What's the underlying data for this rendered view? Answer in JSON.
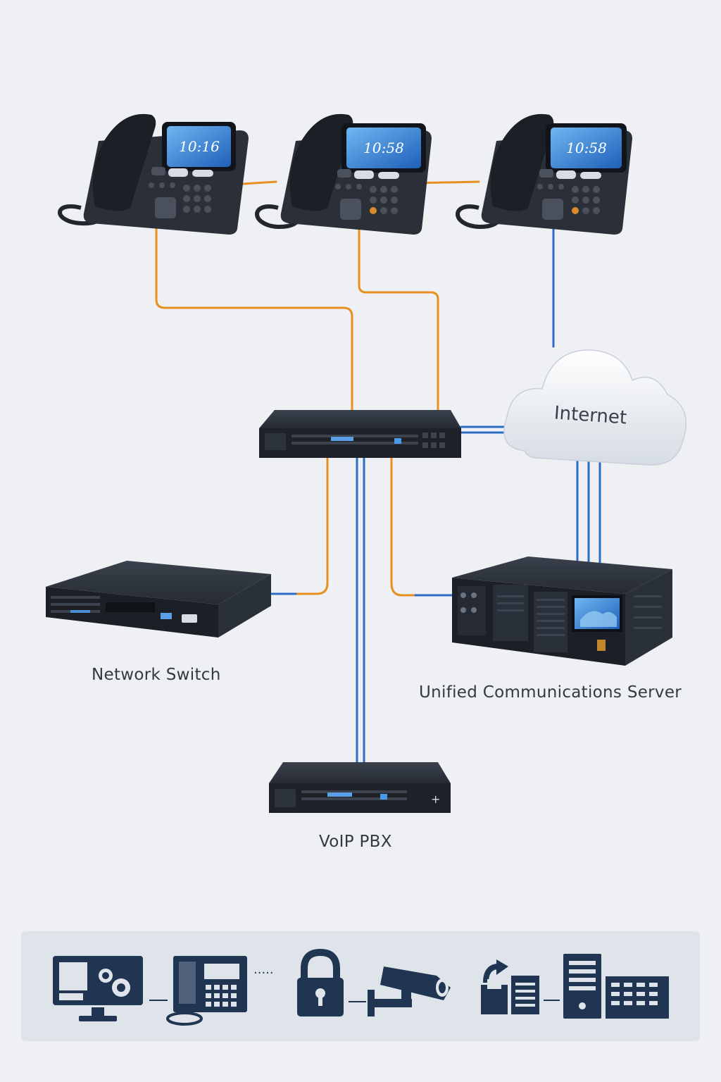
{
  "diagram": {
    "phones": [
      {
        "id": "phone-1",
        "screen_time": "10:16"
      },
      {
        "id": "phone-2",
        "screen_time": "10:58"
      },
      {
        "id": "phone-3",
        "screen_time": "10:58"
      }
    ],
    "cloud_label": "Internet",
    "labels": {
      "network_switch": "Network Switch",
      "ucs": "Unified Communications Server",
      "pbx": "VoIP PBX"
    },
    "colors": {
      "orange_cable": "#e8901f",
      "blue_cable": "#2c6cc4",
      "device_dark": "#23272e",
      "screen_blue": "#3b8fe0",
      "icon_navy": "#1f3552",
      "background": "#eef0f3"
    },
    "bottom_icons": [
      "computer-settings-icon",
      "desk-phone-icon",
      "padlock-icon",
      "security-camera-icon",
      "cloud-upload-documents-icon",
      "server-building-icon"
    ]
  }
}
